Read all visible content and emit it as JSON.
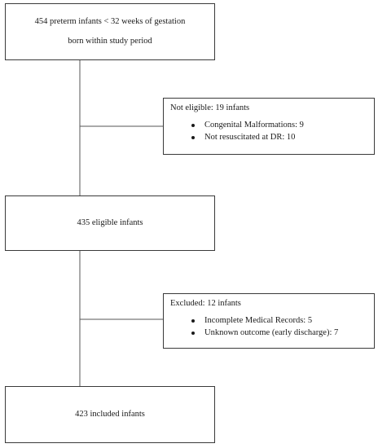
{
  "top_box": {
    "line1": "454 preterm infants < 32 weeks of gestation",
    "line2": "born within study period"
  },
  "exclusion1": {
    "title": "Not eligible: 19 infants",
    "items": [
      "Congenital Malformations: 9",
      "Not resuscitated at DR: 10"
    ]
  },
  "middle_box": {
    "text": "435 eligible infants"
  },
  "exclusion2": {
    "title": "Excluded: 12 infants",
    "items": [
      "Incomplete Medical Records: 5",
      "Unknown outcome (early discharge): 7"
    ]
  },
  "bottom_box": {
    "text": "423 included infants"
  }
}
